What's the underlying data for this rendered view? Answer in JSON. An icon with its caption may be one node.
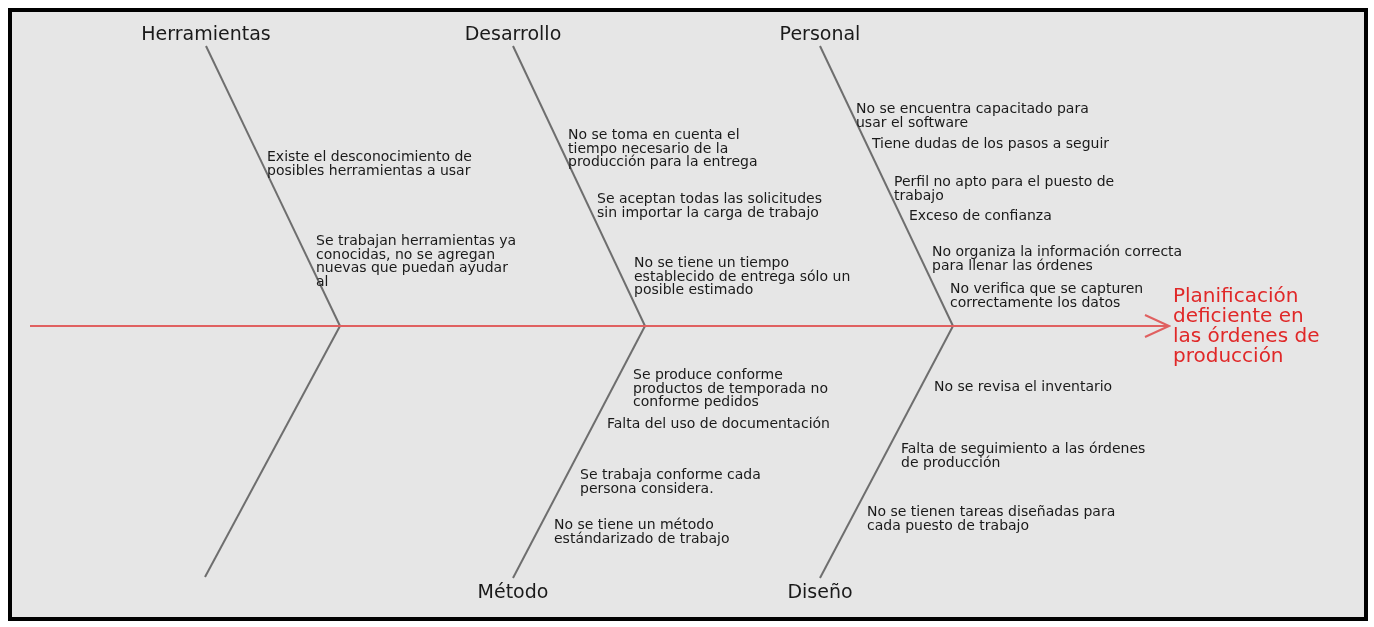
{
  "diagram": {
    "nodes": [
      {
        "text": [
          "Herramientas"
        ]
      },
      {
        "text": [
          "Desarrollo"
        ]
      },
      {
        "text": [
          "Personal"
        ]
      },
      {
        "text": [
          "Planificación deficiente en las órdenes de producción"
        ]
      },
      {
        "text": [
          "Método"
        ]
      },
      {
        "text": [
          "Diseño"
        ]
      }
    ],
    "edges": [
      {
        "from": 0,
        "to": null,
        "arrow": "none"
      },
      {
        "from": 1,
        "to": null,
        "arrow": "none"
      },
      {
        "from": 2,
        "to": null,
        "arrow": "none"
      },
      {
        "from": 4,
        "to": null,
        "arrow": "none"
      },
      {
        "from": 5,
        "to": null,
        "arrow": "none"
      },
      {
        "from": null,
        "to": 3,
        "arrow": "to",
        "color": "#e06060"
      }
    ],
    "labels": [
      "Existe el desconocimiento de posibles herramientas a usar",
      "Se trabajan herramientas ya conocidas, no se agregan nuevas que puedan ayudar al",
      "No se toma en cuenta el tiempo necesario de la producción para la entrega",
      "Se aceptan todas las solicitudes sin importar la carga de trabajo",
      "No se tiene un tiempo establecido de entrega sólo un posible estimado",
      "No se encuentra capacitado para usar el software",
      "Tiene dudas de los pasos a seguir",
      "Perfil no apto para el puesto de trabajo",
      "Exceso de confianza",
      "No organiza la información correcta para llenar las órdenes",
      "No verifica que se capturen correctamente los datos",
      "Se produce conforme productos de temporada no conforme pedidos",
      "Falta del uso de documentación",
      "Se trabaja conforme cada persona considera.",
      "No se tiene un método estándarizado de trabajo",
      "No se revisa el inventario",
      "Falta de seguimiento a las órdenes de producción",
      "No se tienen tareas diseñadas para cada puesto de trabajo"
    ]
  }
}
